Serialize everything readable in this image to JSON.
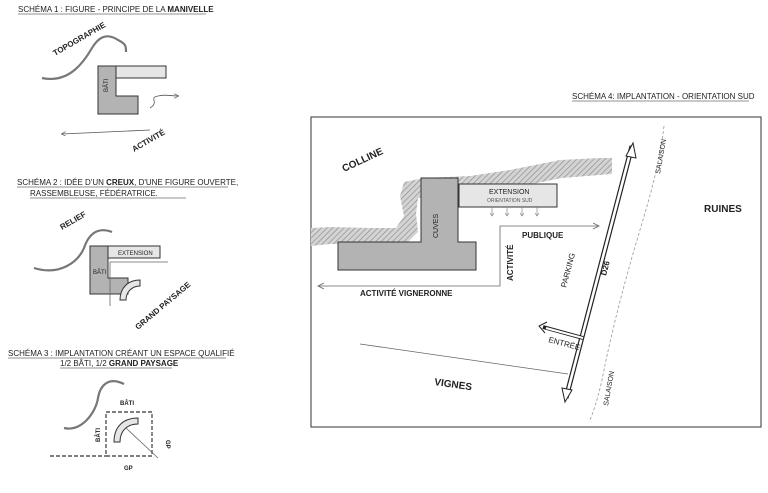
{
  "schema1": {
    "title_pre": "SCHÉMA 1 : FIGURE - PRINCIPE DE LA ",
    "title_bold": "MANIVELLE",
    "topographie": "TOPOGRAPHIE",
    "bati": "BÂTI",
    "activite": "ACTIVITÉ"
  },
  "schema2": {
    "line1_pre": "SCHÉMA 2 : IDÉE D'UN ",
    "line1_bold": "CREUX",
    "line1_post": ", D'UNE FIGURE OUVERTE,",
    "line2": "RASSEMBLEUSE, FÉDÉRATRICE.",
    "relief": "RELIEF",
    "bati": "BÂTI",
    "extension": "EXTENSION",
    "grand_paysage": "GRAND PAYSAGE"
  },
  "schema3": {
    "line1": "SCHÉMA 3 : IMPLANTATION CRÉANT UN ESPACE QUALIFIÉ",
    "line2_pre": "1/2 BÂTI, 1/2 ",
    "line2_bold": "GRAND PAYSAGE",
    "bati_top": "BÂTI",
    "bati_left": "BÂTI",
    "gp_right": "GP",
    "gp_bottom": "GP"
  },
  "schema4": {
    "title": "SCHÉMA 4: IMPLANTATION - ORIENTATION SUD",
    "colline": "COLLINE",
    "cuves": "CUVES",
    "extension": "EXTENSION",
    "orientation_sud": "ORIENTATION SUD",
    "publique": "PUBLIQUE",
    "activite": "ACTIVITÉ",
    "activite_vigneronne": "ACTIVITÉ VIGNERONNE",
    "parking": "PARKING",
    "d26": "D26",
    "entree": "ENTRÉE",
    "ruines": "RUINES",
    "vignes": "VIGNES",
    "salaison_top": "SALAISON",
    "salaison_bottom": "SALAISON"
  },
  "colors": {
    "building_fill": "#b3b3b3",
    "extension_fill": "#e6e6e6",
    "outline": "#333333",
    "hatch": "#9a9a9a"
  }
}
